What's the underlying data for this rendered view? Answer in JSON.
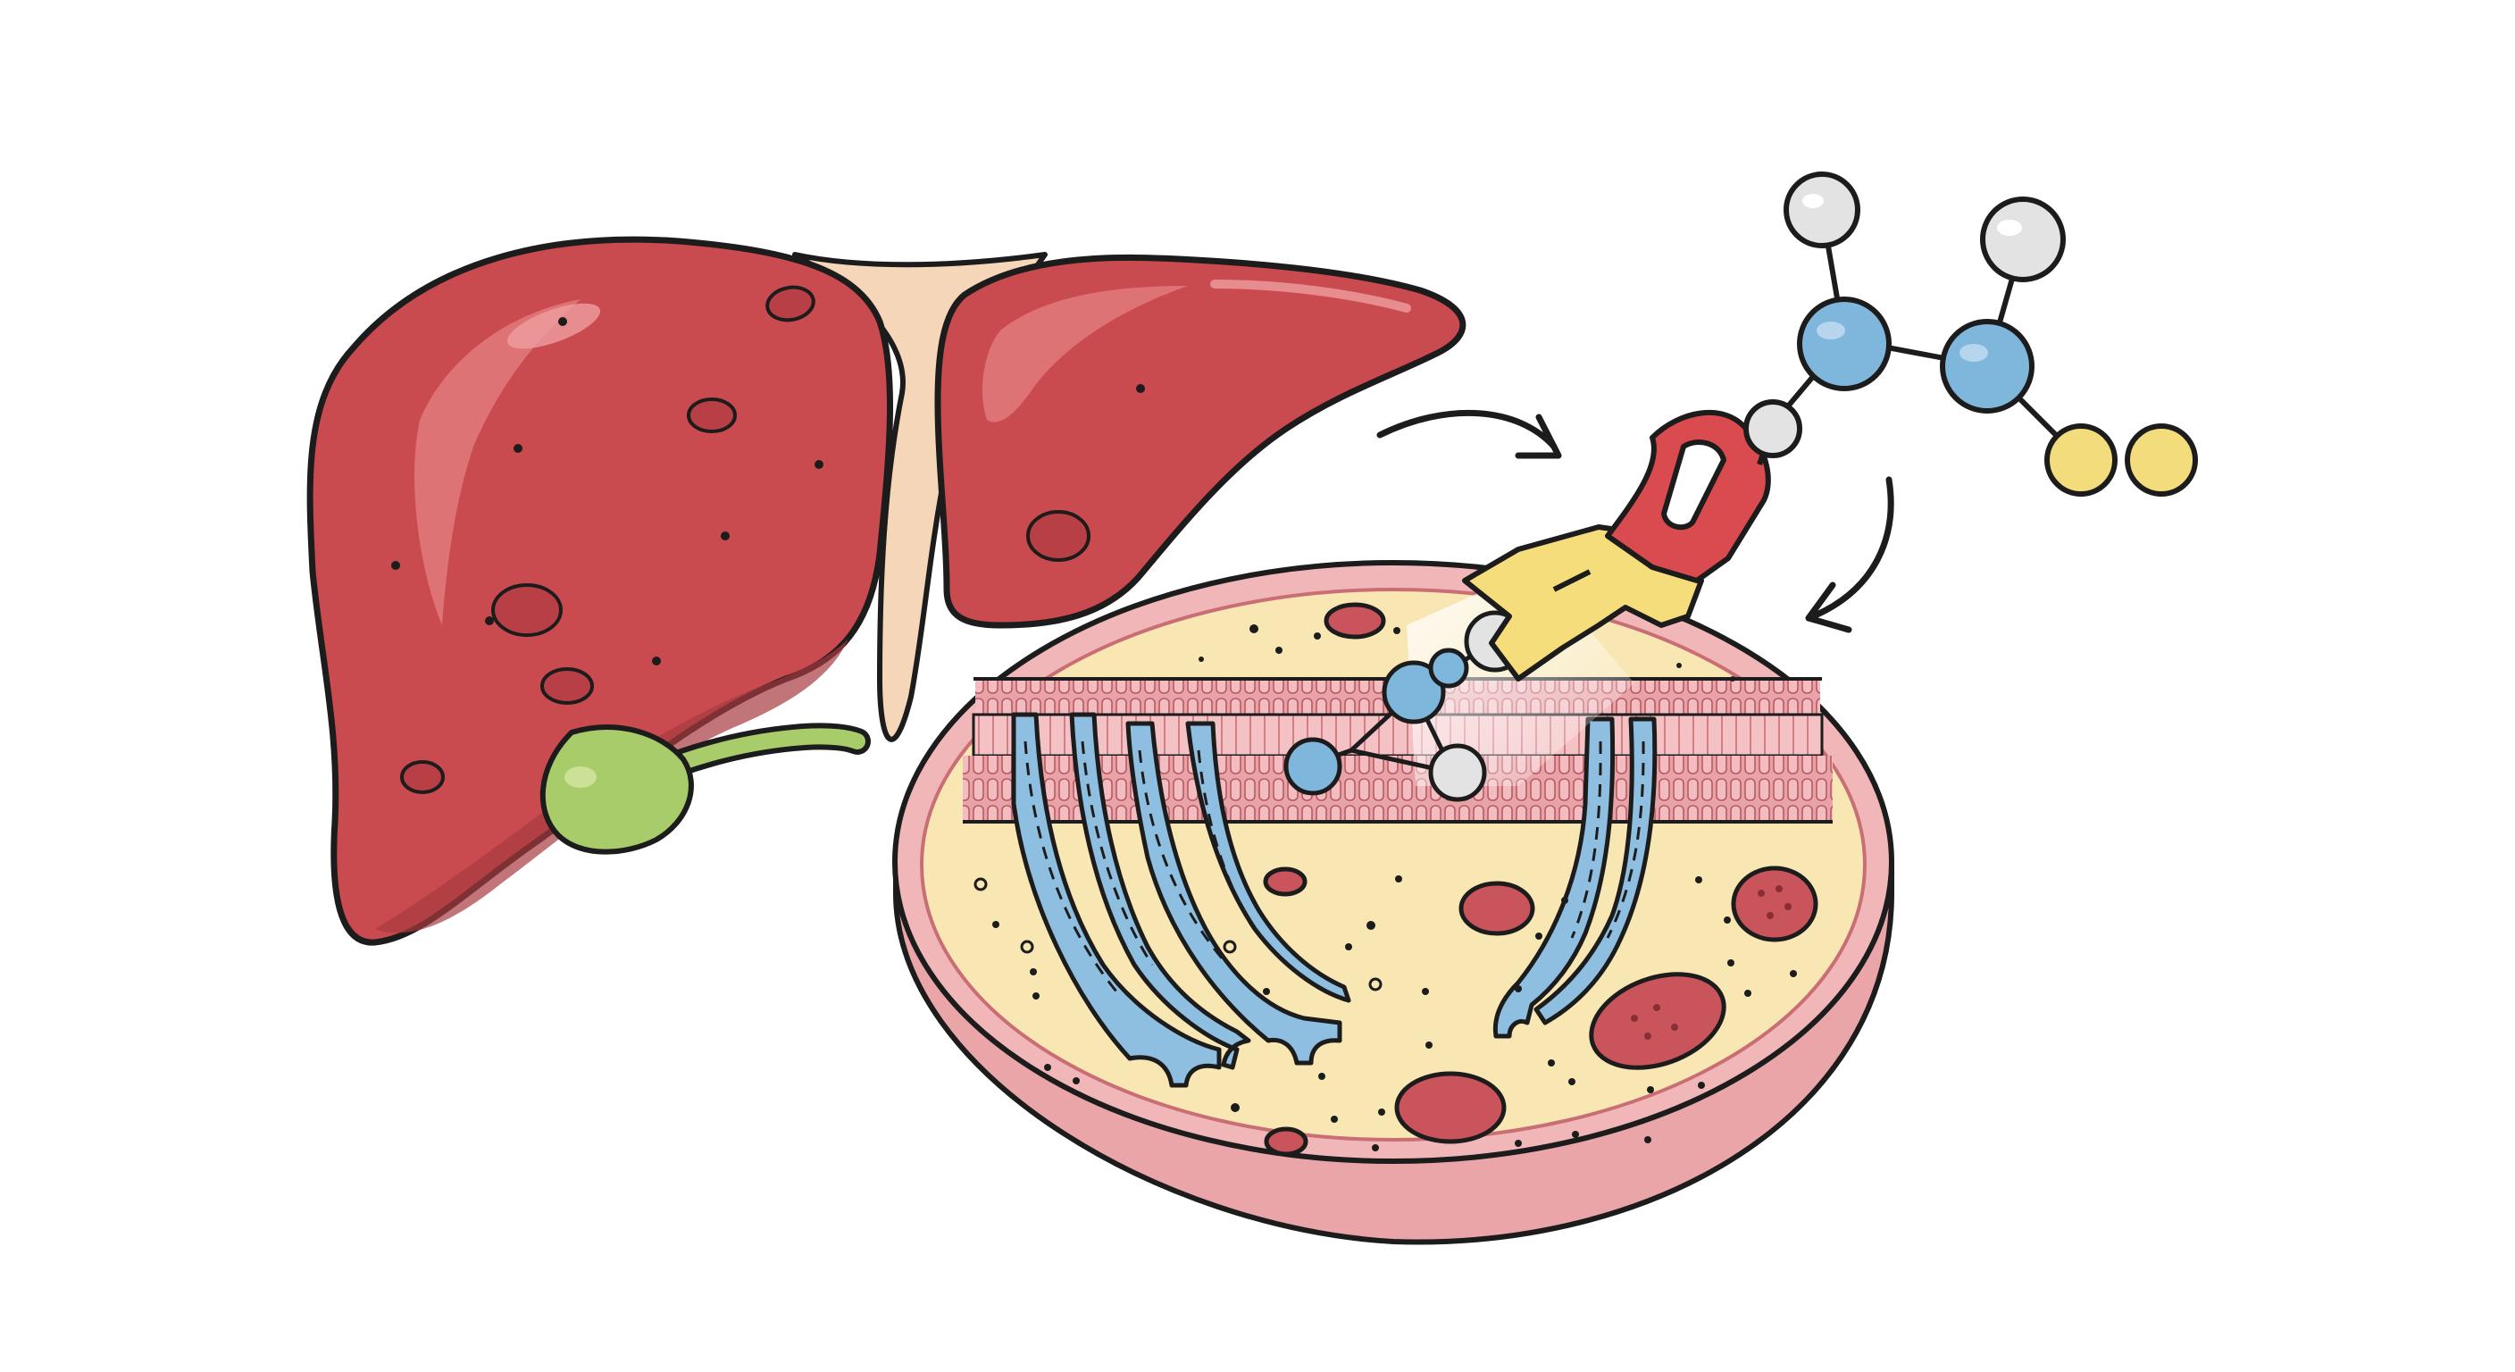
{
  "illustration": {
    "labels": [],
    "colors": {
      "background": "#ffffff",
      "outline": "#1c1c1c",
      "liver": "#c94a4f",
      "liver_highlight": "#e47d7f",
      "ligament": "#f6d6b8",
      "gallbladder": "#a9cc6a",
      "cell_cytoplasm": "#f8e6b3",
      "cell_rim": "#eaa5a8",
      "membrane": "#e7a2a8",
      "channel_protein": "#8fbfe0",
      "organelle": "#c9545b",
      "molecule_nitrogen": "#7fb6dc",
      "molecule_hydrogen": "#e3e3e3",
      "molecule_sulfur": "#f2dc7b",
      "magnet_red": "#d94b4f",
      "magnet_yellow": "#f4dd7a"
    },
    "parts": [
      "liver",
      "gallbladder",
      "cell-cross-section",
      "membrane-channels",
      "magnet-probe",
      "molecule",
      "flow-arrows"
    ]
  }
}
